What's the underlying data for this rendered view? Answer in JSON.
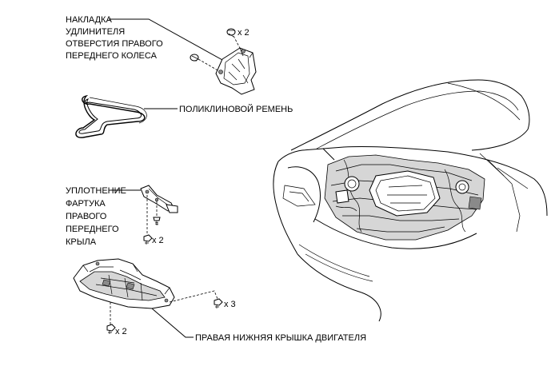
{
  "labels": {
    "wheel_cover": [
      "НАКЛАДКА",
      "УДЛИНИТЕЛЯ",
      "ОТВЕРСТИЯ ПРАВОГО",
      "ПЕРЕДНЕГО КОЛЕСА"
    ],
    "wheel_cover_qty": "x 2",
    "belt": "ПОЛИКЛИНОВОЙ РЕМЕНЬ",
    "fender_seal": [
      "УПЛОТНЕНИЕ",
      "ФАРТУКА",
      "ПРАВОГО",
      "ПЕРЕДНЕГО",
      "КРЫЛА"
    ],
    "fender_seal_qty": "x 2",
    "engine_cover": "ПРАВАЯ НИЖНЯЯ КРЫШКА ДВИГАТЕЛЯ",
    "engine_cover_qty_right": "x 3",
    "engine_cover_qty_bottom": "x 2"
  },
  "icons": [
    "clip-icon",
    "bolt-icon",
    "screw-icon"
  ]
}
